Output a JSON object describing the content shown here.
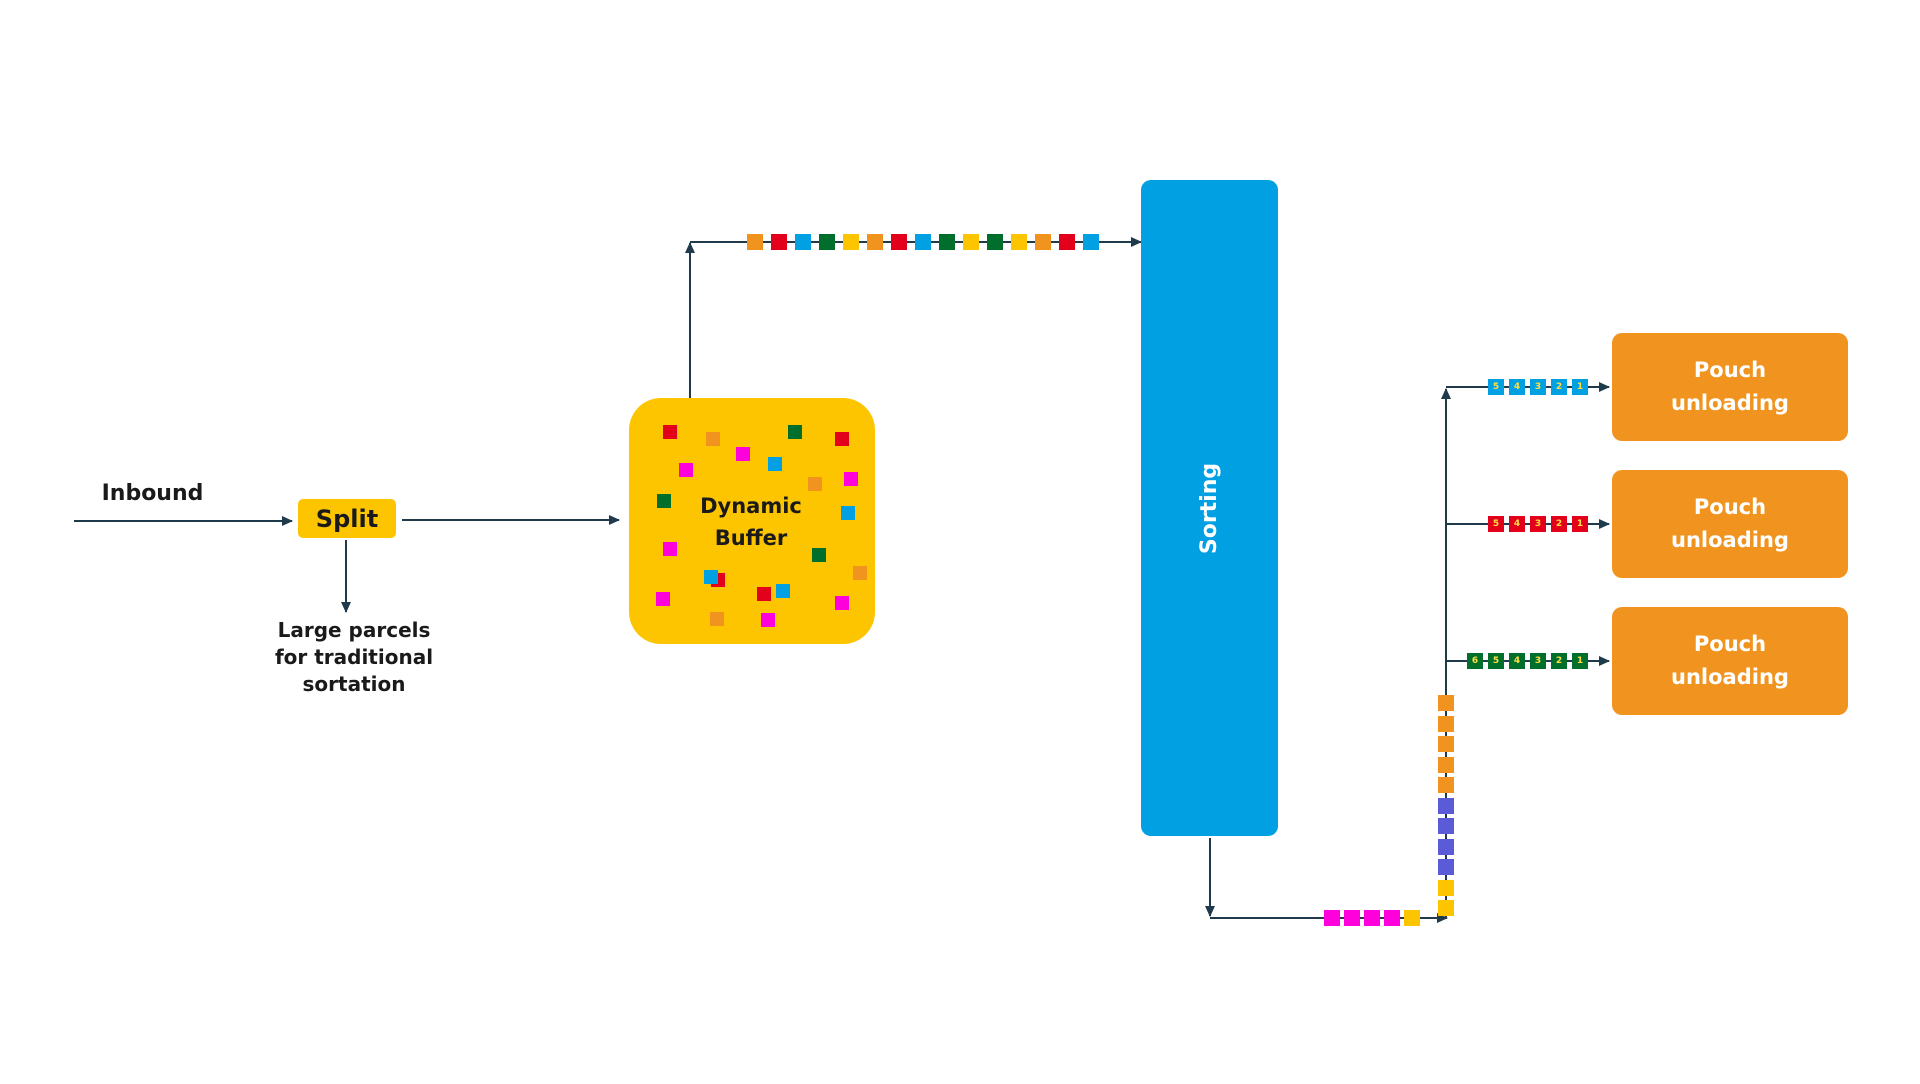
{
  "labels": {
    "inbound": "Inbound",
    "split": "Split",
    "large_parcels": "Large parcels\nfor traditional\nsortation",
    "buffer": "Dynamic\nBuffer",
    "sorting": "Sorting",
    "pouch": [
      "Pouch\nunloading",
      "Pouch\nunloading",
      "Pouch\nunloading"
    ]
  },
  "colors": {
    "line": "#1f3a4a",
    "yellow": "#fdc500",
    "blue": "#00a0e2",
    "orange": "#f0941f",
    "red": "#e3001b",
    "green": "#006f2b",
    "magenta": "#ff00dc",
    "purple": "#5b5bd8",
    "gold": "#fdc500"
  },
  "top_queue": [
    "orange",
    "red",
    "blue",
    "green",
    "yellow",
    "orange",
    "red",
    "blue",
    "green",
    "yellow",
    "green",
    "yellow",
    "orange",
    "red",
    "blue"
  ],
  "bottom_queue": [
    "magenta",
    "magenta",
    "magenta",
    "magenta",
    "yellow"
  ],
  "vertical_queue": [
    "orange",
    "orange",
    "orange",
    "orange",
    "orange",
    "purple",
    "purple",
    "purple",
    "purple",
    "yellow",
    "yellow"
  ],
  "buffer_parcels": [
    "red",
    "orange",
    "magenta",
    "green",
    "red",
    "magenta",
    "blue",
    "orange",
    "magenta",
    "green",
    "blue",
    "magenta",
    "green",
    "orange",
    "magenta",
    "red",
    "blue",
    "orange",
    "magenta",
    "magenta",
    "red",
    "blue"
  ],
  "outputs": [
    {
      "color": "blue",
      "numbers": [
        "5",
        "4",
        "3",
        "2",
        "1"
      ]
    },
    {
      "color": "red",
      "numbers": [
        "5",
        "4",
        "3",
        "2",
        "1"
      ]
    },
    {
      "color": "green",
      "numbers": [
        "6",
        "5",
        "4",
        "3",
        "2",
        "1"
      ]
    }
  ]
}
